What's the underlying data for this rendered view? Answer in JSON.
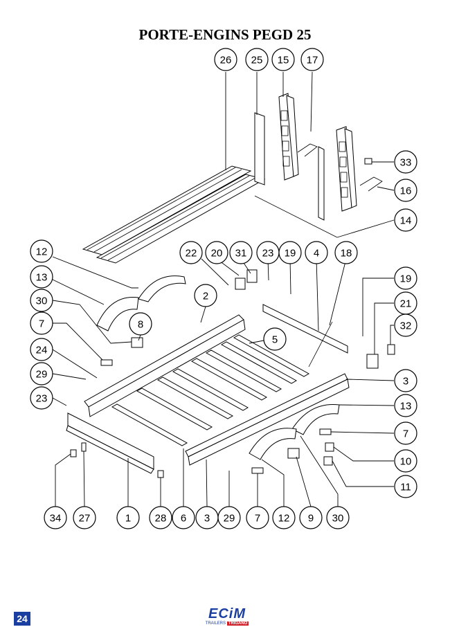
{
  "title": "PORTE-ENGINS PEGD 25",
  "page_number": "24",
  "logo": {
    "main": "ECiM",
    "sub_prefix": "TRAILERS",
    "sub_brand": "TRIGANO"
  },
  "callouts": [
    {
      "id": "c26",
      "label": "26"
    },
    {
      "id": "c25",
      "label": "25"
    },
    {
      "id": "c15",
      "label": "15"
    },
    {
      "id": "c17",
      "label": "17"
    },
    {
      "id": "c33",
      "label": "33"
    },
    {
      "id": "c16",
      "label": "16"
    },
    {
      "id": "c14",
      "label": "14"
    },
    {
      "id": "c12a",
      "label": "12"
    },
    {
      "id": "c22",
      "label": "22"
    },
    {
      "id": "c20",
      "label": "20"
    },
    {
      "id": "c31",
      "label": "31"
    },
    {
      "id": "c23a",
      "label": "23"
    },
    {
      "id": "c19a",
      "label": "19"
    },
    {
      "id": "c4",
      "label": "4"
    },
    {
      "id": "c18",
      "label": "18"
    },
    {
      "id": "c13a",
      "label": "13"
    },
    {
      "id": "c2",
      "label": "2"
    },
    {
      "id": "c19b",
      "label": "19"
    },
    {
      "id": "c30a",
      "label": "30"
    },
    {
      "id": "c21",
      "label": "21"
    },
    {
      "id": "c7a",
      "label": "7"
    },
    {
      "id": "c8",
      "label": "8"
    },
    {
      "id": "c5",
      "label": "5"
    },
    {
      "id": "c32",
      "label": "32"
    },
    {
      "id": "c24",
      "label": "24"
    },
    {
      "id": "c29a",
      "label": "29"
    },
    {
      "id": "c3a",
      "label": "3"
    },
    {
      "id": "c23b",
      "label": "23"
    },
    {
      "id": "c13b",
      "label": "13"
    },
    {
      "id": "c7b",
      "label": "7"
    },
    {
      "id": "c10",
      "label": "10"
    },
    {
      "id": "c11",
      "label": "11"
    },
    {
      "id": "c34",
      "label": "34"
    },
    {
      "id": "c27",
      "label": "27"
    },
    {
      "id": "c1",
      "label": "1"
    },
    {
      "id": "c28",
      "label": "28"
    },
    {
      "id": "c6",
      "label": "6"
    },
    {
      "id": "c3b",
      "label": "3"
    },
    {
      "id": "c29b",
      "label": "29"
    },
    {
      "id": "c7c",
      "label": "7"
    },
    {
      "id": "c12b",
      "label": "12"
    },
    {
      "id": "c9",
      "label": "9"
    },
    {
      "id": "c30b",
      "label": "30"
    }
  ]
}
